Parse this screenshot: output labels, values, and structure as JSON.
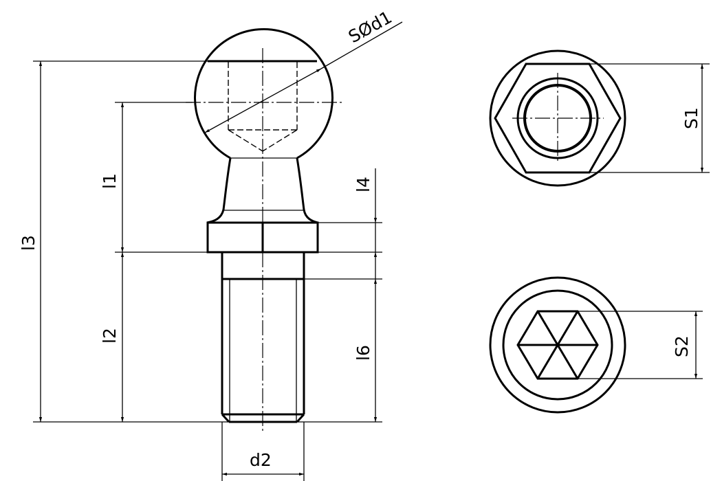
{
  "drawing": {
    "type": "technical drawing - ball stud with hex collar",
    "line_color": "#000000",
    "background": "#ffffff",
    "views": [
      "side-view",
      "top-view-hex",
      "bottom-view-hex-socket"
    ],
    "dimensions": {
      "sphere_diameter": "SØd1",
      "l1": "l1",
      "l2": "l2",
      "l3": "l3",
      "l4": "l4",
      "l6": "l6",
      "d2": "d2",
      "s1": "S1",
      "s2": "S2"
    }
  }
}
